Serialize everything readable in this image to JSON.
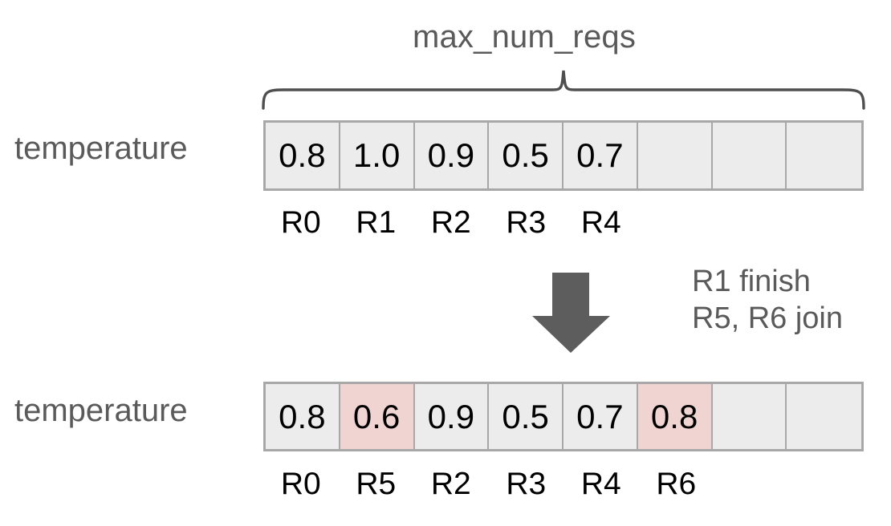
{
  "diagram": {
    "title": "max_num_reqs",
    "brace_label_for": "capacity-bracket"
  },
  "top_row": {
    "label": "temperature",
    "cells": [
      {
        "value": "0.8",
        "highlighted": false,
        "empty": false
      },
      {
        "value": "1.0",
        "highlighted": false,
        "empty": false
      },
      {
        "value": "0.9",
        "highlighted": false,
        "empty": false
      },
      {
        "value": "0.5",
        "highlighted": false,
        "empty": false
      },
      {
        "value": "0.7",
        "highlighted": false,
        "empty": false
      },
      {
        "value": "",
        "highlighted": false,
        "empty": true
      },
      {
        "value": "",
        "highlighted": false,
        "empty": true
      },
      {
        "value": "",
        "highlighted": false,
        "empty": true
      }
    ],
    "request_ids": [
      "R0",
      "R1",
      "R2",
      "R3",
      "R4",
      "",
      "",
      ""
    ]
  },
  "transition": {
    "arrow": "down-arrow",
    "note_line1": "R1 finish",
    "note_line2": "R5, R6 join"
  },
  "bottom_row": {
    "label": "temperature",
    "cells": [
      {
        "value": "0.8",
        "highlighted": false,
        "empty": false
      },
      {
        "value": "0.6",
        "highlighted": true,
        "empty": false
      },
      {
        "value": "0.9",
        "highlighted": false,
        "empty": false
      },
      {
        "value": "0.5",
        "highlighted": false,
        "empty": false
      },
      {
        "value": "0.7",
        "highlighted": false,
        "empty": false
      },
      {
        "value": "0.8",
        "highlighted": true,
        "empty": false
      },
      {
        "value": "",
        "highlighted": false,
        "empty": true
      },
      {
        "value": "",
        "highlighted": false,
        "empty": true
      }
    ],
    "request_ids": [
      "R0",
      "R5",
      "R2",
      "R3",
      "R4",
      "R6",
      "",
      ""
    ]
  },
  "colors": {
    "cell_background": "#ececec",
    "cell_border": "#a8a8a8",
    "highlight": "#f0d4d2",
    "gray_text": "#5a5a5a",
    "value_text": "#000000",
    "arrow": "#5d5d5d",
    "brace": "#4f4f4f"
  }
}
